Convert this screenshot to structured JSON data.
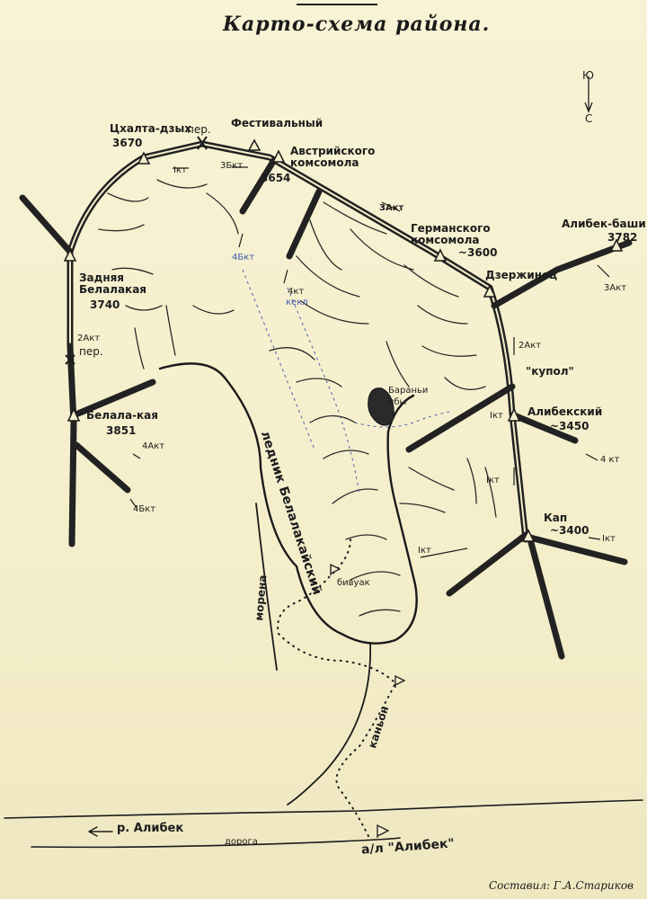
{
  "title": "Карто-схема района.",
  "compass": {
    "north": "Ю",
    "south": "С",
    "icon": "compass-arrow-icon"
  },
  "peaks": {
    "chkhalta": "Цхалта-дзых",
    "chkhalta_elev": "3670",
    "pass_top": "пер.",
    "festival": "Фестивальный",
    "austrian": "Австрийского комсомола",
    "austrian_elev": "3654",
    "german": "Германского комсомола",
    "german_elev": "~3600",
    "dzerzhinets": "Дзержинец",
    "alibek_bashi": "Алибек-баши",
    "alibek_bashi_elev": "3782",
    "zadnyaya": "Задняя Белалакая",
    "zadnyaya_elev": "3740",
    "pass_left": "пер.",
    "belalakaya": "Белала-кая",
    "belalakaya_elev": "3851",
    "kupol": "\"купол\"",
    "alibeksky": "Алибекский",
    "alibeksky_elev": "~3450",
    "kap": "Кап",
    "kap_elev": "~3400"
  },
  "grades": {
    "g1kt_top": "Iкт",
    "g3b_top": "3Бкт",
    "g3a_ridge": "3Акт",
    "g3a_right": "3Акт",
    "g2a_left": "2Акт",
    "g4a_left": "4Акт",
    "g4b_left": "4Бкт",
    "g4b_blue": "4Бкт",
    "g4kt": "4кт",
    "kekl": "кекл",
    "g2a_right": "2Акт",
    "g1kt_kupol": "Iкт",
    "g4kt_right": "4 кт",
    "g1kt_up": "Iкт",
    "g1kt_kap": "Iкт",
    "g1kt_glacier": "Iкт"
  },
  "features": {
    "glacier": "ледник Белалакайский",
    "barani_lby": "Бараньи лбы",
    "bivouac": "бивуак",
    "moraine": "морена",
    "canyon": "каньон",
    "river": "р. Алибек",
    "road": "дорога",
    "camp": "а/л \"Алибек\""
  },
  "author": "Составил: Г.А.Стариков"
}
